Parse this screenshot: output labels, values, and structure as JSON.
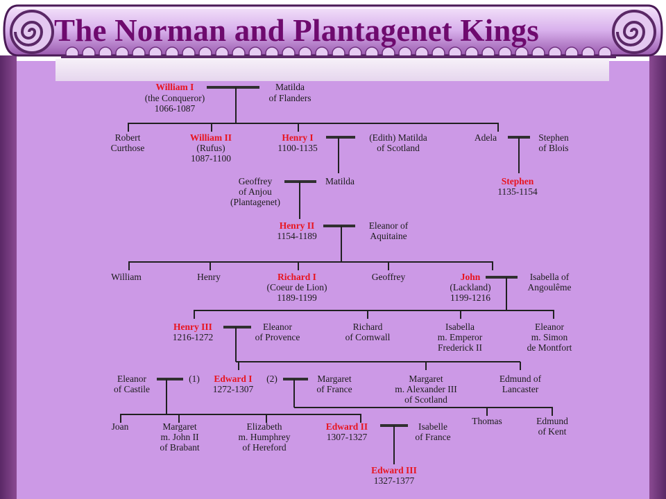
{
  "title": "The Norman and Plantagenet Kings",
  "colors": {
    "background": "#cc99e6",
    "title": "#6e0a6e",
    "king_name": "#e8141e",
    "banner": "#d8b0ec"
  },
  "tree": {
    "william1": {
      "name": "William I",
      "sub": "(the Conqueror)",
      "years": "1066-1087"
    },
    "matilda_flanders": {
      "l1": "Matilda",
      "l2": "of Flanders"
    },
    "robert": {
      "l1": "Robert",
      "l2": "Curthose"
    },
    "william2": {
      "name": "William II",
      "sub": "(Rufus)",
      "years": "1087-1100"
    },
    "henry1": {
      "name": "Henry I",
      "years": "1100-1135"
    },
    "matilda_scotland": {
      "l1": "(Edith) Matilda",
      "l2": "of Scotland"
    },
    "adela": {
      "l1": "Adela"
    },
    "stephen_blois": {
      "l1": "Stephen",
      "l2": "of Blois"
    },
    "geoffrey_anjou": {
      "l1": "Geoffrey",
      "l2": "of Anjou",
      "l3": "(Plantagenet)"
    },
    "matilda": {
      "l1": "Matilda"
    },
    "stephen": {
      "name": "Stephen",
      "years": "1135-1154"
    },
    "henry2": {
      "name": "Henry II",
      "years": "1154-1189"
    },
    "eleanor_aquitaine": {
      "l1": "Eleanor of",
      "l2": "Aquitaine"
    },
    "william": {
      "l1": "William"
    },
    "henry": {
      "l1": "Henry"
    },
    "richard1": {
      "name": "Richard I",
      "sub": "(Coeur de Lion)",
      "years": "1189-1199"
    },
    "geoffrey": {
      "l1": "Geoffrey"
    },
    "john": {
      "name": "John",
      "sub": "(Lackland)",
      "years": "1199-1216"
    },
    "isabella_angouleme": {
      "l1": "Isabella of",
      "l2": "Angoulême"
    },
    "henry3": {
      "name": "Henry III",
      "years": "1216-1272"
    },
    "eleanor_provence": {
      "l1": "Eleanor",
      "l2": "of Provence"
    },
    "richard_cornwall": {
      "l1": "Richard",
      "l2": "of Cornwall"
    },
    "isabella": {
      "l1": "Isabella",
      "l2": "m. Emperor",
      "l3": "Frederick II"
    },
    "eleanor_montfort": {
      "l1": "Eleanor",
      "l2": "m. Simon",
      "l3": "de Montfort"
    },
    "eleanor_castile": {
      "l1": "Eleanor",
      "l2": "of Castile"
    },
    "marriage1": "(1)",
    "edward1": {
      "name": "Edward I",
      "years": "1272-1307"
    },
    "marriage2": "(2)",
    "margaret_france": {
      "l1": "Margaret",
      "l2": "of France"
    },
    "margaret_scotland": {
      "l1": "Margaret",
      "l2": "m. Alexander III",
      "l3": "of Scotland"
    },
    "edmund_lancaster": {
      "l1": "Edmund of",
      "l2": "Lancaster"
    },
    "joan": {
      "l1": "Joan"
    },
    "margaret_brabant": {
      "l1": "Margaret",
      "l2": "m. John II",
      "l3": "of Brabant"
    },
    "elizabeth": {
      "l1": "Elizabeth",
      "l2": "m. Humphrey",
      "l3": "of Hereford"
    },
    "edward2": {
      "name": "Edward II",
      "years": "1307-1327"
    },
    "isabelle_france": {
      "l1": "Isabelle",
      "l2": "of France"
    },
    "thomas": {
      "l1": "Thomas"
    },
    "edmund_kent": {
      "l1": "Edmund",
      "l2": "of Kent"
    },
    "edward3": {
      "name": "Edward III",
      "years": "1327-1377"
    }
  }
}
